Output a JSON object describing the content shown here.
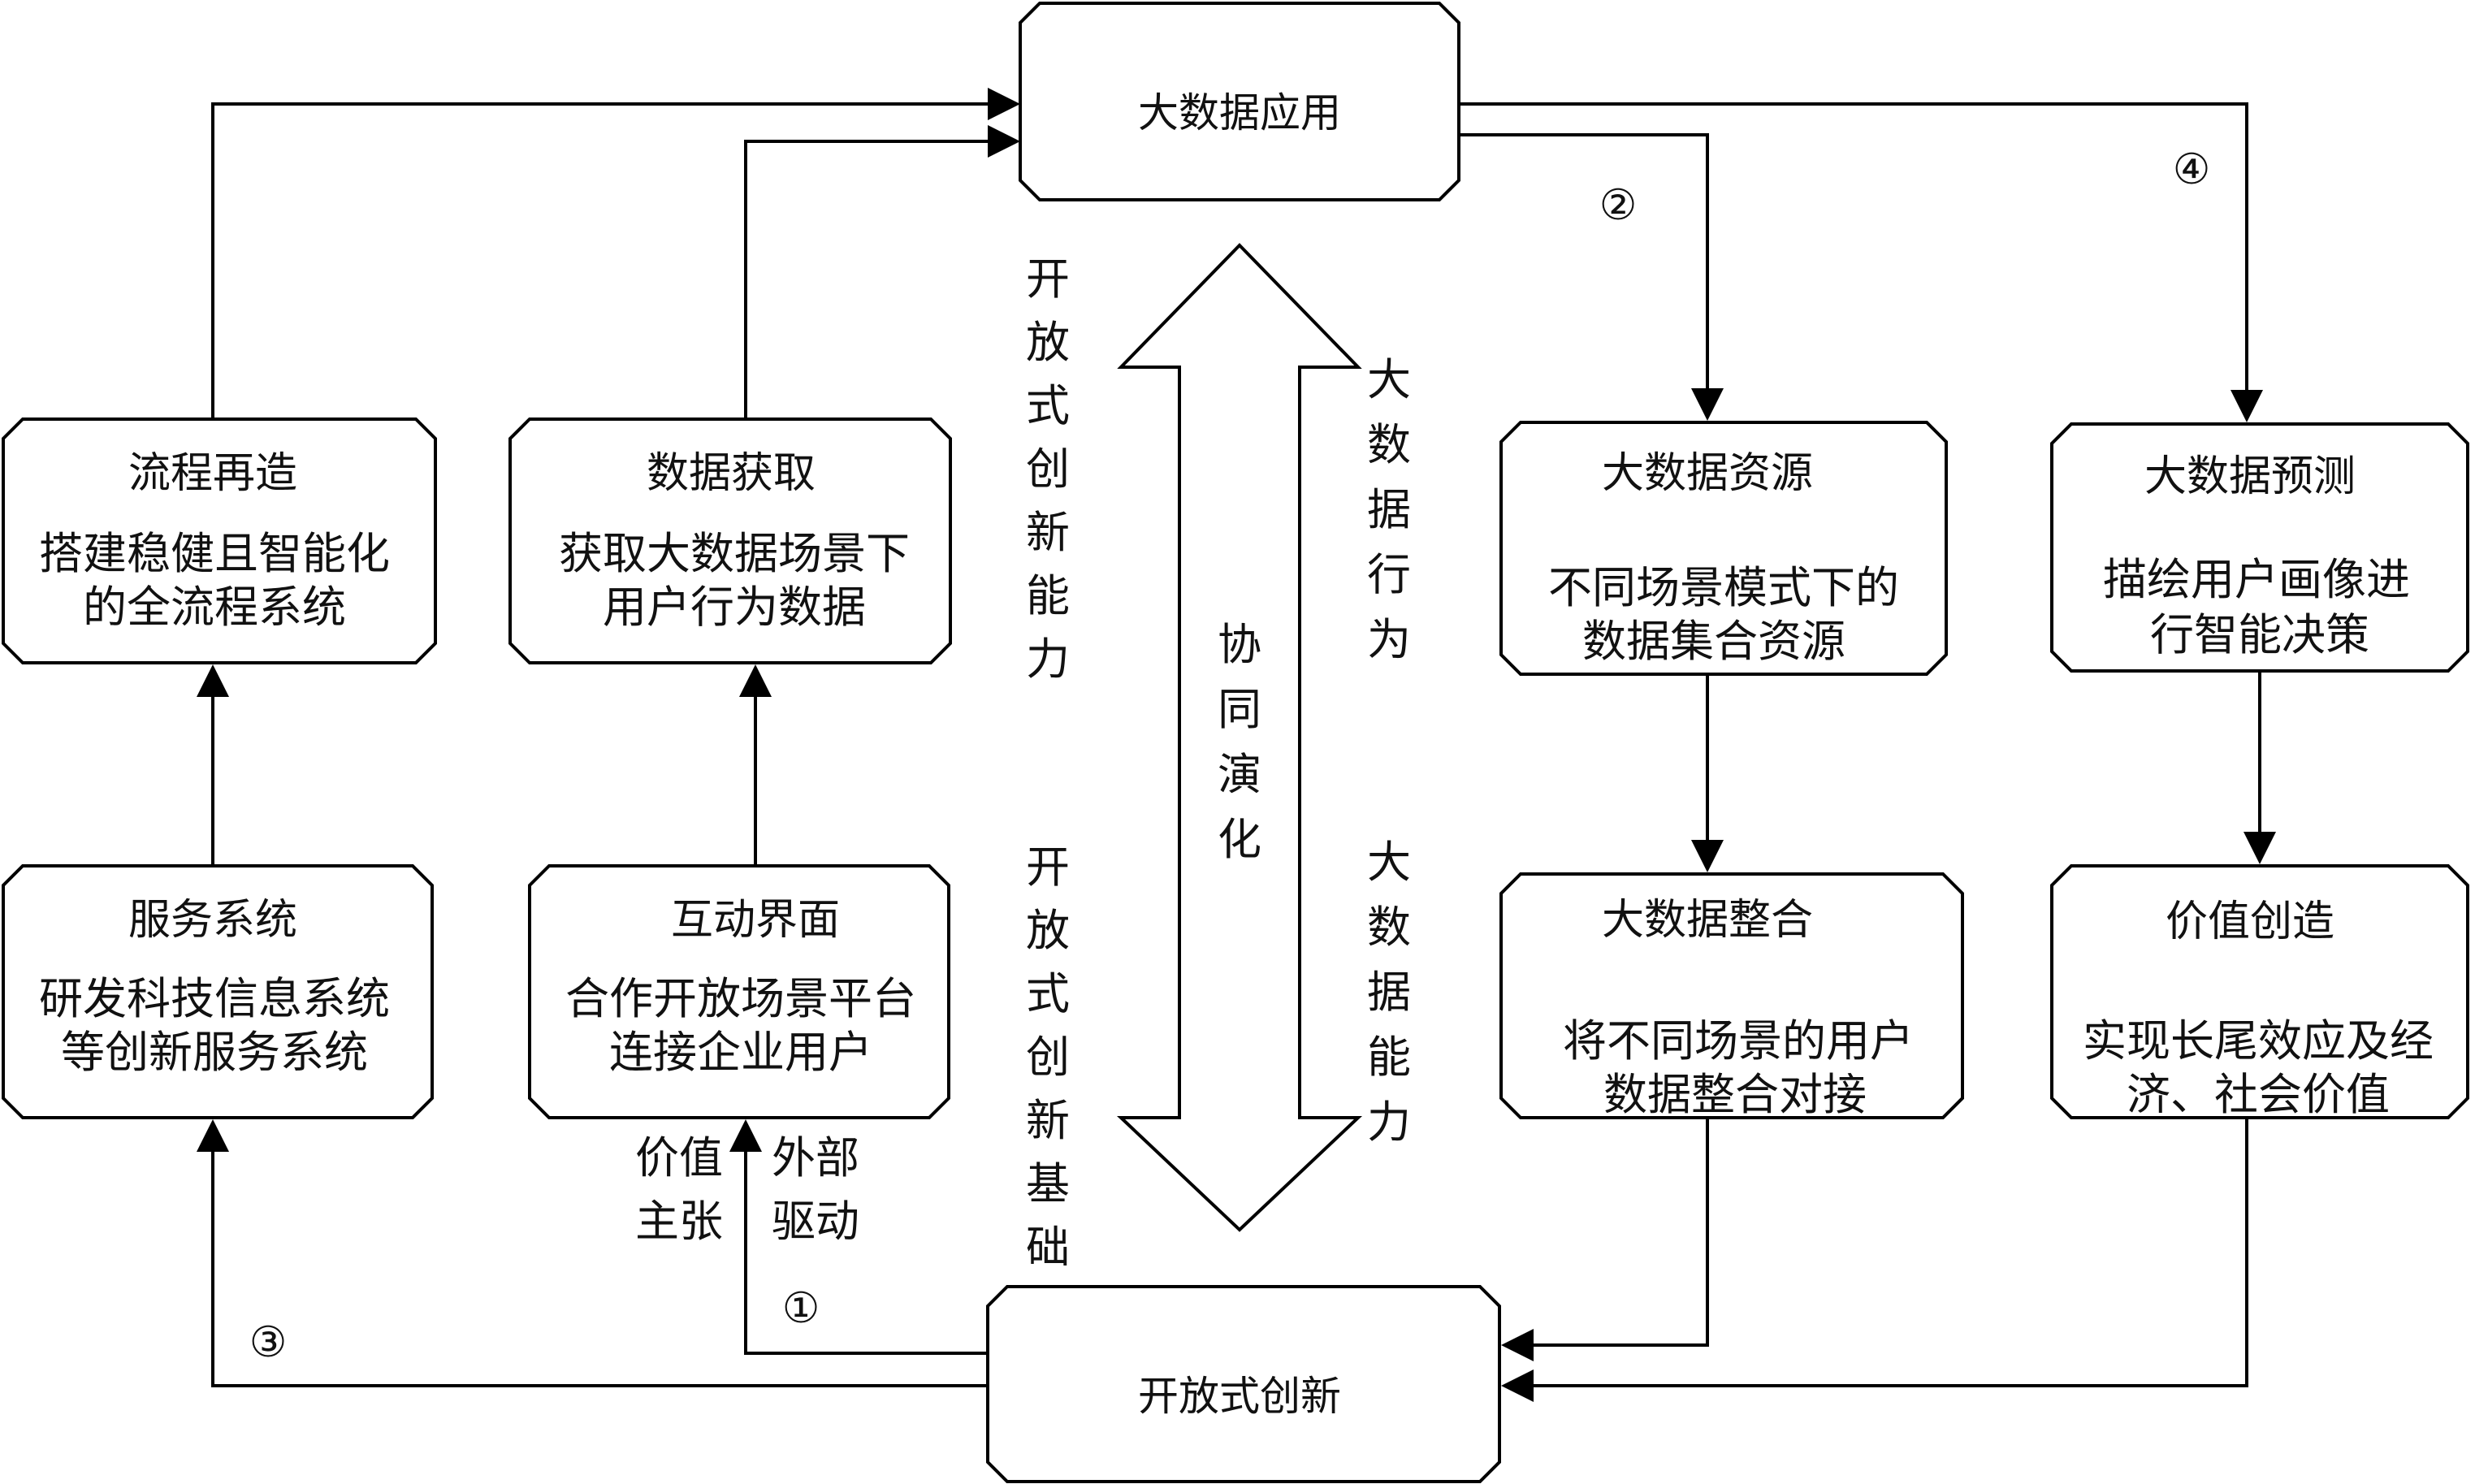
{
  "center_top": "大数据应用",
  "center_bottom": "开放式创新",
  "boxes": {
    "process": {
      "title": "流程再造",
      "line1": "搭建稳健且智能化",
      "line2": "的全流程系统"
    },
    "data_acquire": {
      "title": "数据获取",
      "line1": "获取大数据场景下",
      "line2": "用户行为数据"
    },
    "service": {
      "title": "服务系统",
      "line1": "研发科技信息系统",
      "line2": "等创新服务系统"
    },
    "interface": {
      "title": "互动界面",
      "line1": "合作开放场景平台",
      "line2": "连接企业用户"
    },
    "bd_resource": {
      "title": "大数据资源",
      "line1": "不同场景模式下的",
      "line2": "数据集合资源"
    },
    "bd_integrate": {
      "title": "大数据整合",
      "line1": "将不同场景的用户",
      "line2": "数据整合对接"
    },
    "bd_predict": {
      "title": "大数据预测",
      "line1": "描绘用户画像进",
      "line2": "行智能决策"
    },
    "value_create": {
      "title": "价值创造",
      "line1": "实现长尾效应及经",
      "line2": "济、社会价值"
    }
  },
  "vertical_labels": {
    "open_ability": [
      "开",
      "放",
      "式",
      "创",
      "新",
      "能",
      "力"
    ],
    "open_basis": [
      "开",
      "放",
      "式",
      "创",
      "新",
      "基",
      "础"
    ],
    "coevolution": [
      "协",
      "同",
      "演",
      "化"
    ],
    "bd_behavior": [
      "大",
      "数",
      "据",
      "行",
      "为"
    ],
    "bd_ability": [
      "大",
      "数",
      "据",
      "能",
      "力"
    ]
  },
  "small_labels": {
    "value_prop": [
      "价值",
      "主张"
    ],
    "external_drive": [
      "外部",
      "驱动"
    ]
  },
  "numbers": {
    "n1": "①",
    "n2": "②",
    "n3": "③",
    "n4": "④"
  },
  "colors": {
    "stroke": "#000000",
    "fill": "#ffffff",
    "text": "#111111"
  }
}
